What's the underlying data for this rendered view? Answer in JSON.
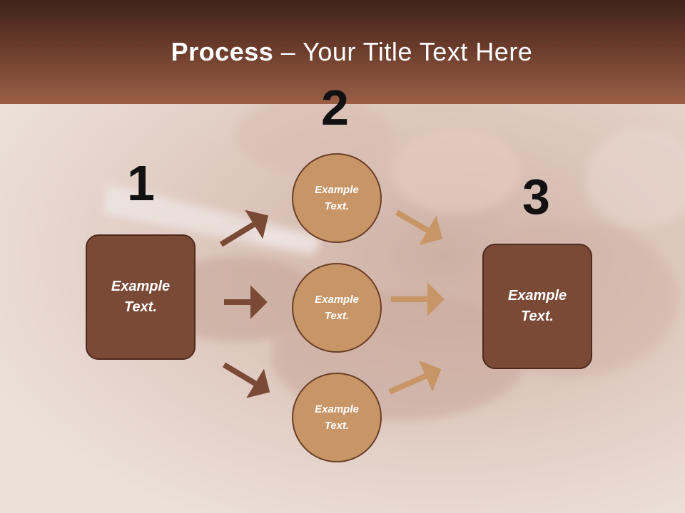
{
  "header": {
    "title_bold": "Process",
    "title_rest": " – Your Title Text Here"
  },
  "diagram": {
    "step_numbers": [
      "1",
      "2",
      "3"
    ],
    "left_box_text": "Example Text.",
    "circles": [
      {
        "text": "Example Text."
      },
      {
        "text": "Example Text."
      },
      {
        "text": "Example Text."
      }
    ],
    "right_box_text": "Example Text."
  },
  "colors": {
    "header_dark": "#3f231a",
    "header_light": "#9a5f45",
    "box_fill": "#7b4a36",
    "circle_fill": "#c89566",
    "arrow_dark": "#7b4a36",
    "arrow_light": "#c89566"
  }
}
